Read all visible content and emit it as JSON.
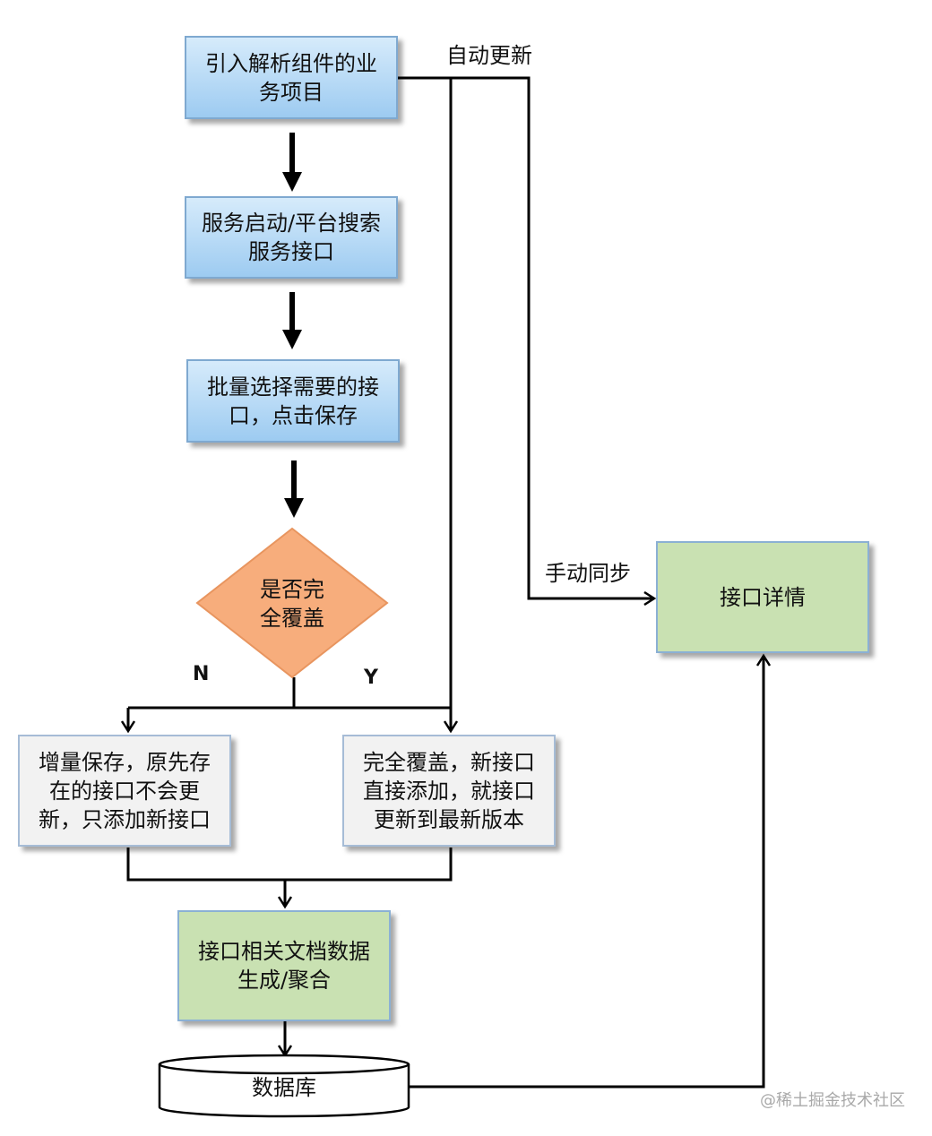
{
  "nodes": {
    "import_project": "引入解析组件的业务项目",
    "service_start": "服务启动/平台搜索服务接口",
    "batch_select": "批量选择需要的接口，点击保存",
    "decision": "是否完全覆盖",
    "incremental": "增量保存，原先存在的接口不会更新，只添加新接口",
    "full_cover": "完全覆盖，新接口直接添加，就接口更新到最新版本",
    "generate_docs": "接口相关文档数据生成/聚合",
    "database": "数据库",
    "interface_detail": "接口详情"
  },
  "labels": {
    "auto_update": "自动更新",
    "manual_sync": "手动同步",
    "no": "N",
    "yes": "Y"
  },
  "watermark": "@稀土掘金技术社区"
}
